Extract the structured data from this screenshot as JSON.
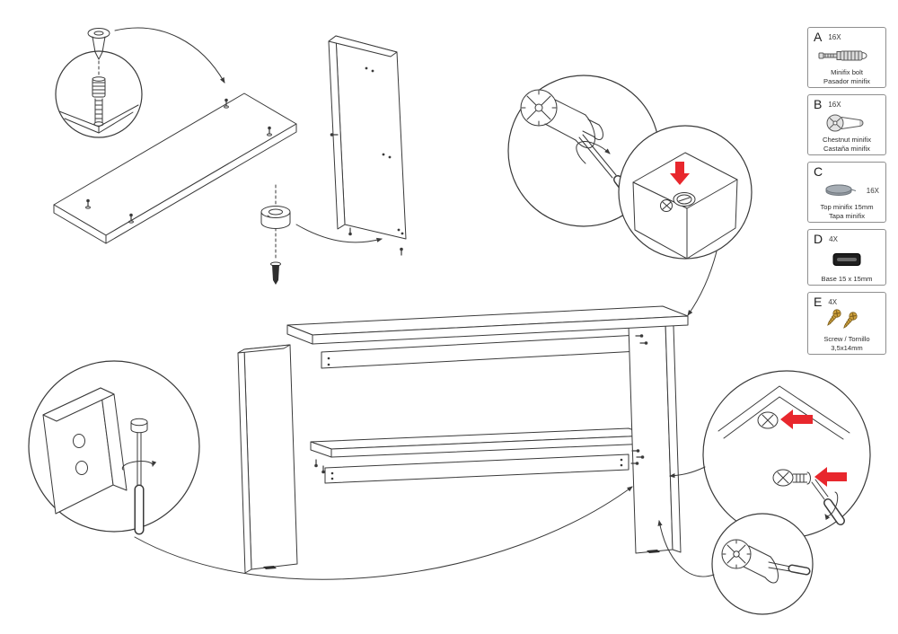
{
  "colors": {
    "line": "#3a3a3a",
    "accent_red": "#e8272d",
    "screw_gold": "#cfa23e",
    "cap_gray": "#99a0a7",
    "base_dark": "#1f1f1f"
  },
  "parts_list": {
    "items": [
      {
        "letter": "A",
        "qty": "16X",
        "name_primary": "Minifix bolt",
        "name_secondary": "Pasador minifix",
        "icon": "minifix-bolt-icon"
      },
      {
        "letter": "B",
        "qty": "16X",
        "name_primary": "Chestnut minifix",
        "name_secondary": "Castaña minifix",
        "icon": "cam-lock-icon"
      },
      {
        "letter": "C",
        "qty": "16X",
        "name_primary": "Top minifix 15mm",
        "name_secondary": "Tapa minifix",
        "icon": "minifix-cap-icon"
      },
      {
        "letter": "D",
        "qty": "4X",
        "name_primary": "Base 15 x 15mm",
        "name_secondary": "",
        "icon": "base-pad-icon"
      },
      {
        "letter": "E",
        "qty": "4X",
        "name_primary": "Screw / Tornillo",
        "name_secondary": "3,5x14mm",
        "icon": "screws-icon"
      }
    ]
  }
}
